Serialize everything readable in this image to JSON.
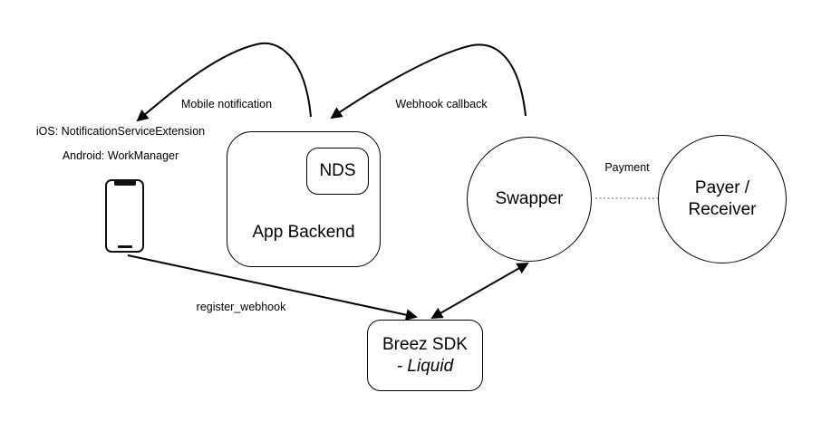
{
  "diagram": {
    "nodes": {
      "mobile": {
        "ios_label": "iOS: NotificationServiceExtension",
        "android_label": "Android: WorkManager"
      },
      "app_backend": {
        "label": "App Backend"
      },
      "nds": {
        "label": "NDS"
      },
      "swapper": {
        "label": "Swapper"
      },
      "payer_receiver": {
        "line1": "Payer /",
        "line2": "Receiver"
      },
      "breez_sdk": {
        "title": "Breez SDK",
        "subtitle": "- Liquid"
      }
    },
    "edges": {
      "mobile_notification": {
        "label": "Mobile notification",
        "from": "App Backend",
        "to": "Mobile device",
        "style": "curved-arrow"
      },
      "webhook_callback": {
        "label": "Webhook callback",
        "from": "Swapper",
        "to": "App Backend",
        "style": "curved-arrow"
      },
      "register_webhook": {
        "label": "register_webhook",
        "from": "Mobile device",
        "to": "Breez SDK - Liquid",
        "style": "straight-arrow"
      },
      "swapper_breez": {
        "label": "",
        "from": "Swapper",
        "to": "Breez SDK - Liquid",
        "style": "double-arrow"
      },
      "payment": {
        "label": "Payment",
        "from": "Swapper",
        "to": "Payer / Receiver",
        "style": "dotted-line"
      }
    },
    "colors": {
      "stroke": "#000000",
      "background": "#ffffff",
      "dotted_line": "#808080"
    }
  }
}
